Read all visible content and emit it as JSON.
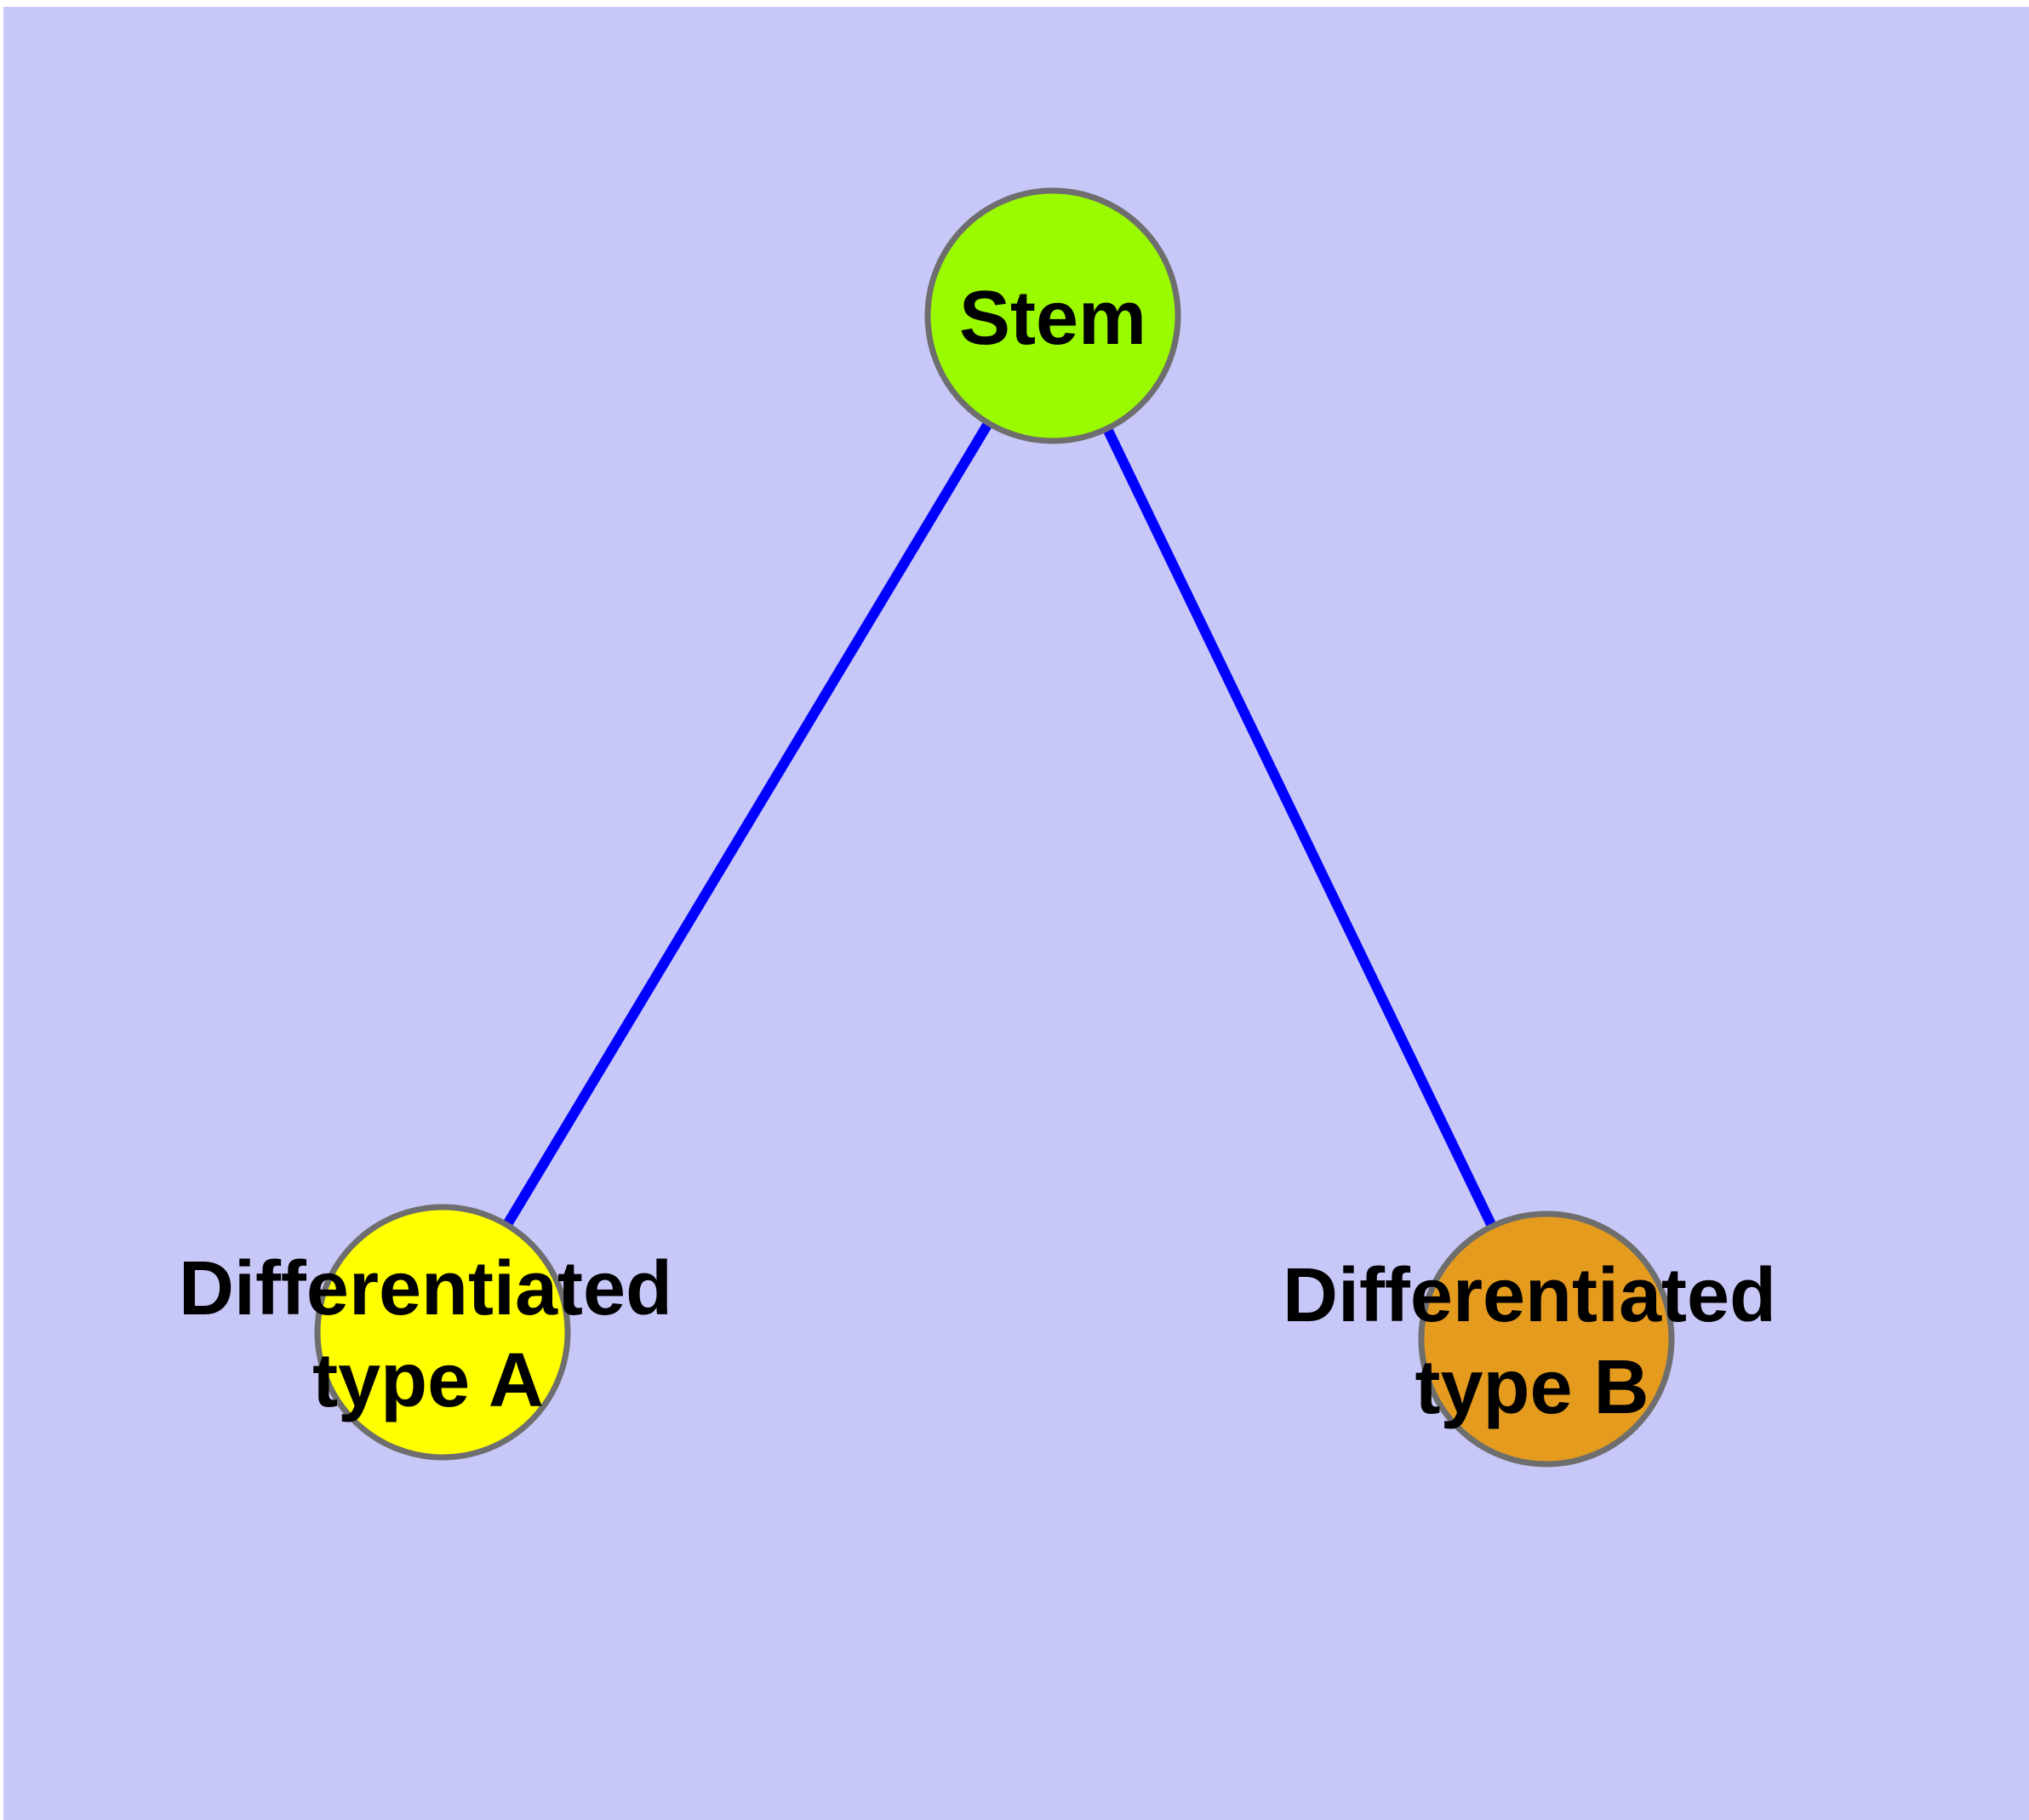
{
  "colors": {
    "page_margin": "#FFFFFF",
    "background": "#C8C8F8",
    "edge": "#0000FF",
    "node_border": "#6E6E6E",
    "label": "#000000"
  },
  "nodes": [
    {
      "id": "stem",
      "label": "Stem",
      "color": "#9AFB00"
    },
    {
      "id": "differentiated-type-a",
      "label_line1": "Differentiated",
      "label_line2": "type A",
      "color": "#FFFF00"
    },
    {
      "id": "differentiated-type-b",
      "label_line1": "Differentiated",
      "label_line2": "type B",
      "color": "#E49B1E"
    }
  ],
  "edges": [
    {
      "from": "stem",
      "to": "differentiated-type-a"
    },
    {
      "from": "stem",
      "to": "differentiated-type-b"
    }
  ]
}
